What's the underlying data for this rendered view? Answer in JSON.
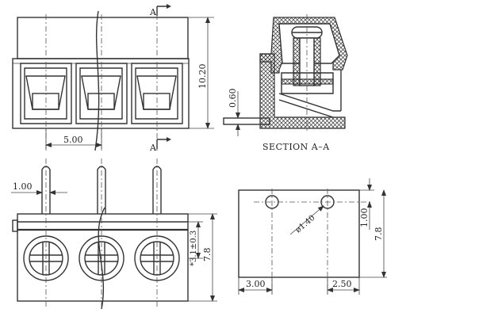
{
  "top_view": {
    "section_marker_top": "A",
    "section_marker_bottom": "A",
    "dim_pitch": "5.00",
    "dim_height": "10.20"
  },
  "section_view": {
    "caption": "SECTION A–A",
    "dim_pin_thickness": "0.60"
  },
  "front_view": {
    "dim_pin_width": "1.00",
    "dim_screw_height": "*3.1±0.3",
    "dim_body_height": "7.8"
  },
  "pcb_view": {
    "dim_hole_diameter": "ø1.40",
    "dim_hole_offset": "1.00",
    "dim_height": "7.8",
    "dim_left": "3.00",
    "dim_right": "2.50"
  },
  "colors": {
    "line": "#333333",
    "background": "#ffffff"
  }
}
